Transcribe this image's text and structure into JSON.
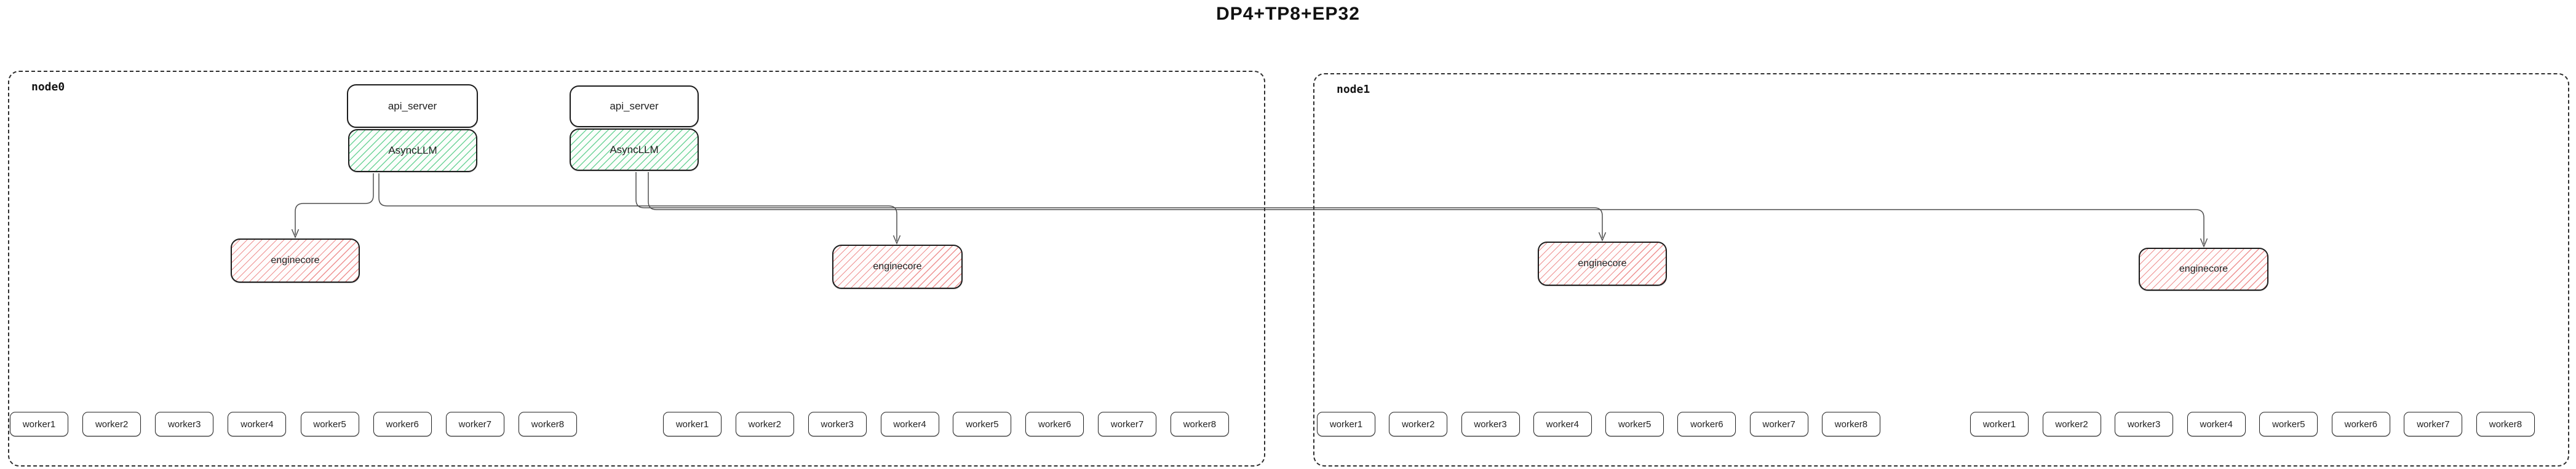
{
  "title": "DP4+TP8+EP32",
  "diagram": {
    "containers": [
      {
        "label": "node0",
        "stacks": [
          {
            "api_server": "api_server",
            "asyncllm": "AsyncLLM"
          },
          {
            "api_server": "api_server",
            "asyncllm": "AsyncLLM"
          }
        ],
        "enginecores": [
          "enginecore",
          "enginecore"
        ],
        "worker_groups": [
          [
            "worker1",
            "worker2",
            "worker3",
            "worker4",
            "worker5",
            "worker6",
            "worker7",
            "worker8"
          ],
          [
            "worker1",
            "worker2",
            "worker3",
            "worker4",
            "worker5",
            "worker6",
            "worker7",
            "worker8"
          ]
        ]
      },
      {
        "label": "node1",
        "stacks": [],
        "enginecores": [
          "enginecore",
          "enginecore"
        ],
        "worker_groups": [
          [
            "worker1",
            "worker2",
            "worker3",
            "worker4",
            "worker5",
            "worker6",
            "worker7",
            "worker8"
          ],
          [
            "worker1",
            "worker2",
            "worker3",
            "worker4",
            "worker5",
            "worker6",
            "worker7",
            "worker8"
          ]
        ]
      }
    ],
    "colors": {
      "asyncllm_hatch": "#6fd49a",
      "enginecore_hatch": "#ee9191",
      "edge": "#4f4f4f",
      "border": "#1c1c1c"
    }
  }
}
